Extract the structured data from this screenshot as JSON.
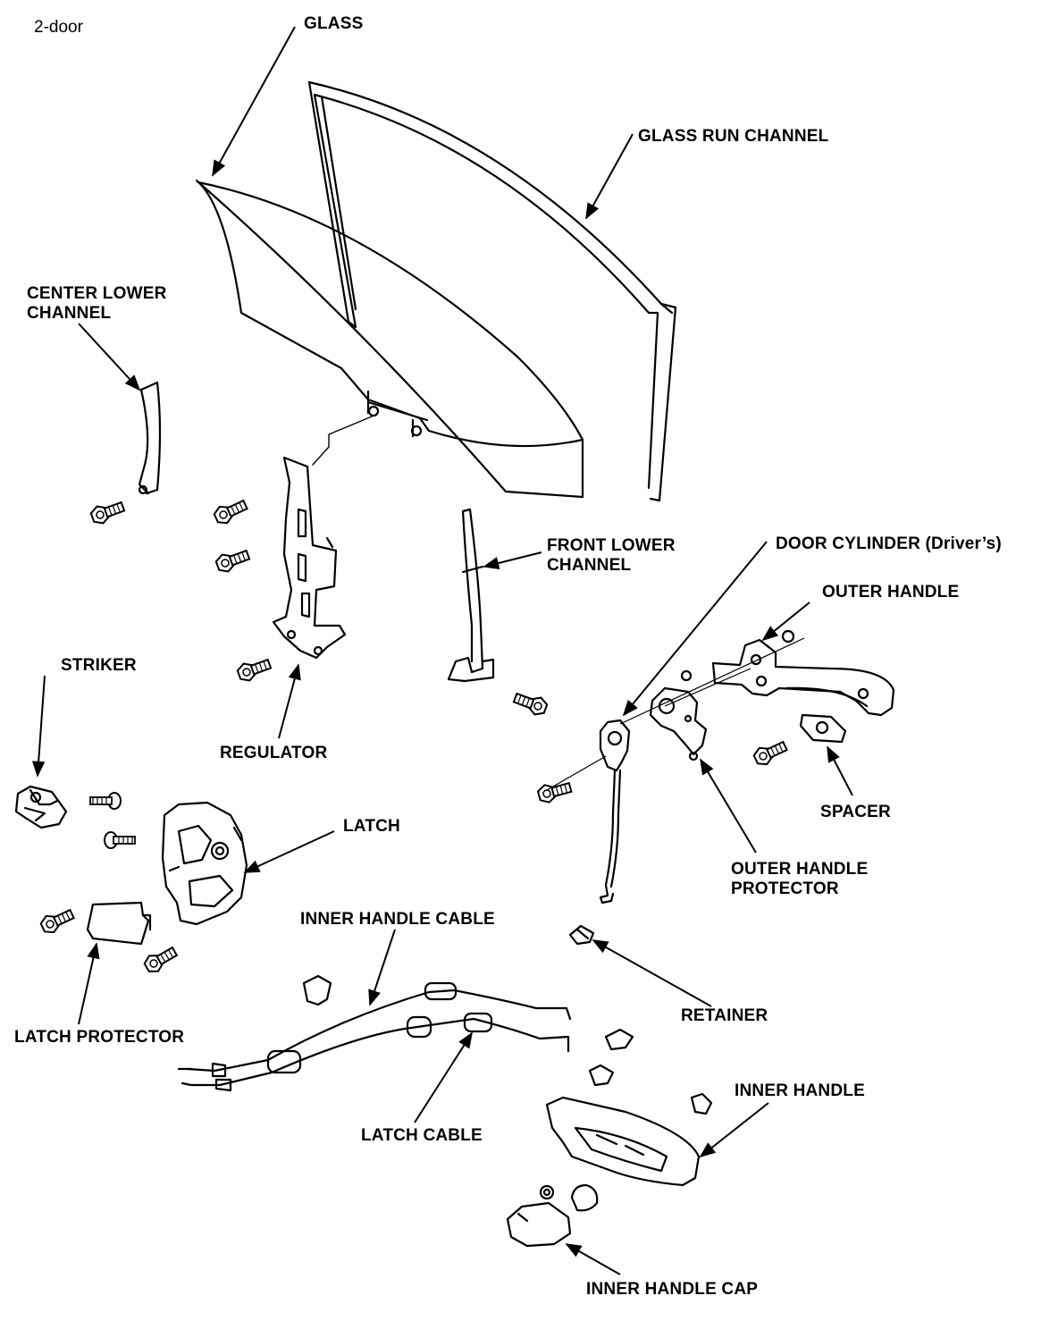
{
  "caption": "2-door",
  "labels": {
    "glass": "GLASS",
    "glass_run_channel": "GLASS RUN CHANNEL",
    "center_lower_channel": [
      "CENTER LOWER",
      "CHANNEL"
    ],
    "front_lower_channel": [
      "FRONT LOWER",
      "CHANNEL"
    ],
    "door_cylinder": "DOOR CYLINDER (Driver’s)",
    "outer_handle": "OUTER HANDLE",
    "striker": "STRIKER",
    "regulator": "REGULATOR",
    "spacer": "SPACER",
    "latch": "LATCH",
    "outer_handle_protector": [
      "OUTER HANDLE",
      "PROTECTOR"
    ],
    "inner_handle_cable": "INNER HANDLE CABLE",
    "latch_protector": "LATCH PROTECTOR",
    "retainer": "RETAINER",
    "inner_handle": "INNER HANDLE",
    "latch_cable": "LATCH CABLE",
    "inner_handle_cap": "INNER HANDLE CAP"
  }
}
